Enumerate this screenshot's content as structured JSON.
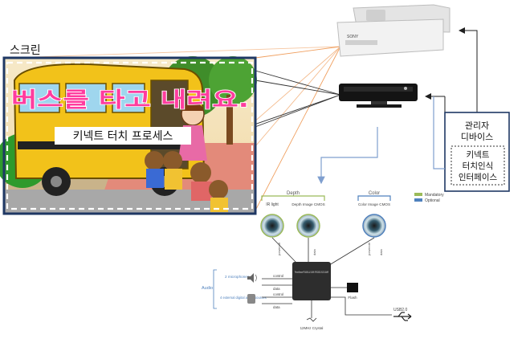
{
  "screen_label": "스크린",
  "screen_title": "버스를 타고 내려요.",
  "kinect_process_label": "키넥트 터치 프로세스",
  "admin_device": {
    "line1": "관리자",
    "line2": "디바이스",
    "inner_line1": "키넥트",
    "inner_line2": "터치인식",
    "inner_line3": "인터페이스"
  },
  "projector_brand": "SONY",
  "kinect_block": {
    "depth_group": "Depth",
    "color_group": "Color",
    "ir_light": "IR light",
    "depth_image": "Depth Image CMOS",
    "color_image": "Color Image CMOS",
    "legend_mandatory": "Mandatory",
    "legend_optional": "Optional",
    "audio_label": "Audio",
    "microphones": "2 microphones",
    "external_audio": "4 external digital audio sources",
    "control_label": "control",
    "data_label": "data",
    "chip_text": "PrimeSense PS1080-A2 1009 SP12020 20221-0MR",
    "flash": "Flash",
    "usb": "USB2.0",
    "crystal": "12MHz Crystal",
    "power_text": "powerctrl",
    "data_text": "data",
    "colors": {
      "mandatory": "#9bbb59",
      "optional": "#4f81bd"
    }
  },
  "colors": {
    "screen_border": "#1f3864",
    "title_fill": "#ff3c9e",
    "arrow": "#1f1f1f",
    "connector": "#7f9fcf"
  }
}
